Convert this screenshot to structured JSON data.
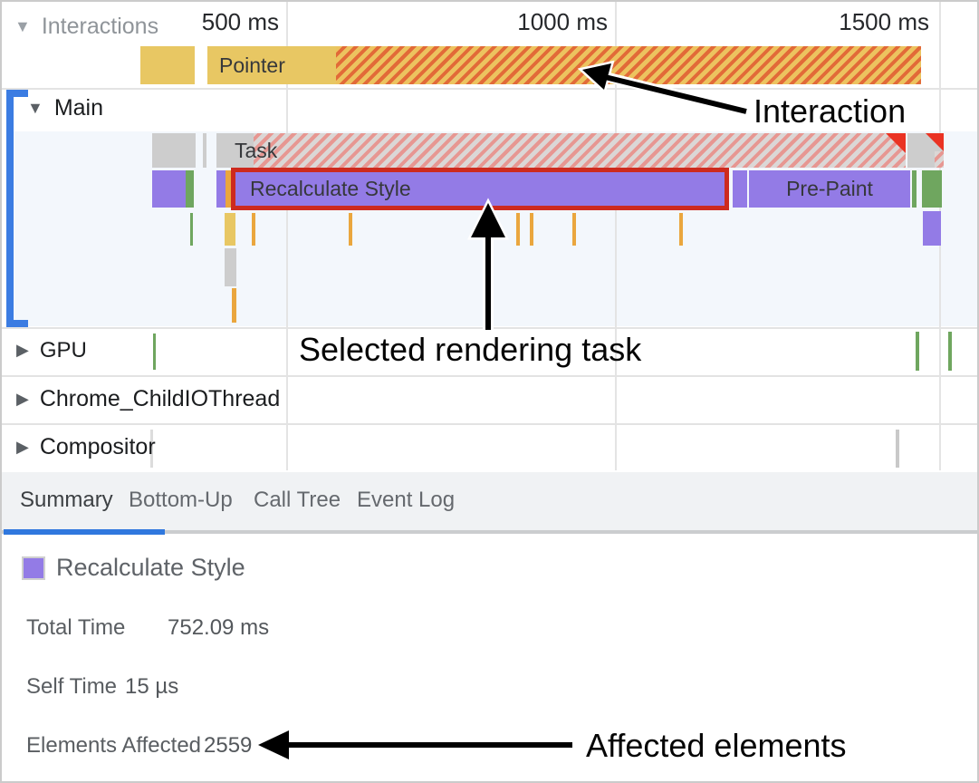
{
  "colors": {
    "accent-blue": "#3b7ce2",
    "tab-underline": "#3078de",
    "purple": "#937be6",
    "green": "#6fa65f",
    "yellow": "#e8c763",
    "orange": "#eaa63e",
    "gray-bar": "#cdcdcd",
    "red-selection": "#cd2a1e",
    "red-flag": "#ea3323",
    "hatch-orange": "#e26a38",
    "hatch-red": "#e79792",
    "main-bg": "#f3f7fc",
    "tabbar-bg": "#f0f2f4"
  },
  "ruler": {
    "ticks": [
      "500 ms",
      "1000 ms",
      "1500 ms"
    ]
  },
  "tracks": {
    "interactions": {
      "label": "Interactions",
      "pointer_label": "Pointer"
    },
    "main": {
      "label": "Main",
      "task_label": "Task",
      "selected_label": "Recalculate Style",
      "prepaint_label": "Pre-Paint"
    },
    "gpu": {
      "label": "GPU"
    },
    "chrome_childio": {
      "label": "Chrome_ChildIOThread"
    },
    "compositor": {
      "label": "Compositor"
    }
  },
  "tabs": {
    "items": [
      "Summary",
      "Bottom-Up",
      "Call Tree",
      "Event Log"
    ],
    "active": "Summary"
  },
  "summary": {
    "event_name": "Recalculate Style",
    "rows": [
      {
        "label": "Total Time",
        "value": "752.09 ms"
      },
      {
        "label": "Self Time",
        "value": "15 µs"
      },
      {
        "label": "Elements Affected",
        "value": "2559"
      }
    ]
  },
  "annotations": {
    "interaction": "Interaction",
    "selected_task": "Selected rendering task",
    "affected": "Affected elements"
  }
}
